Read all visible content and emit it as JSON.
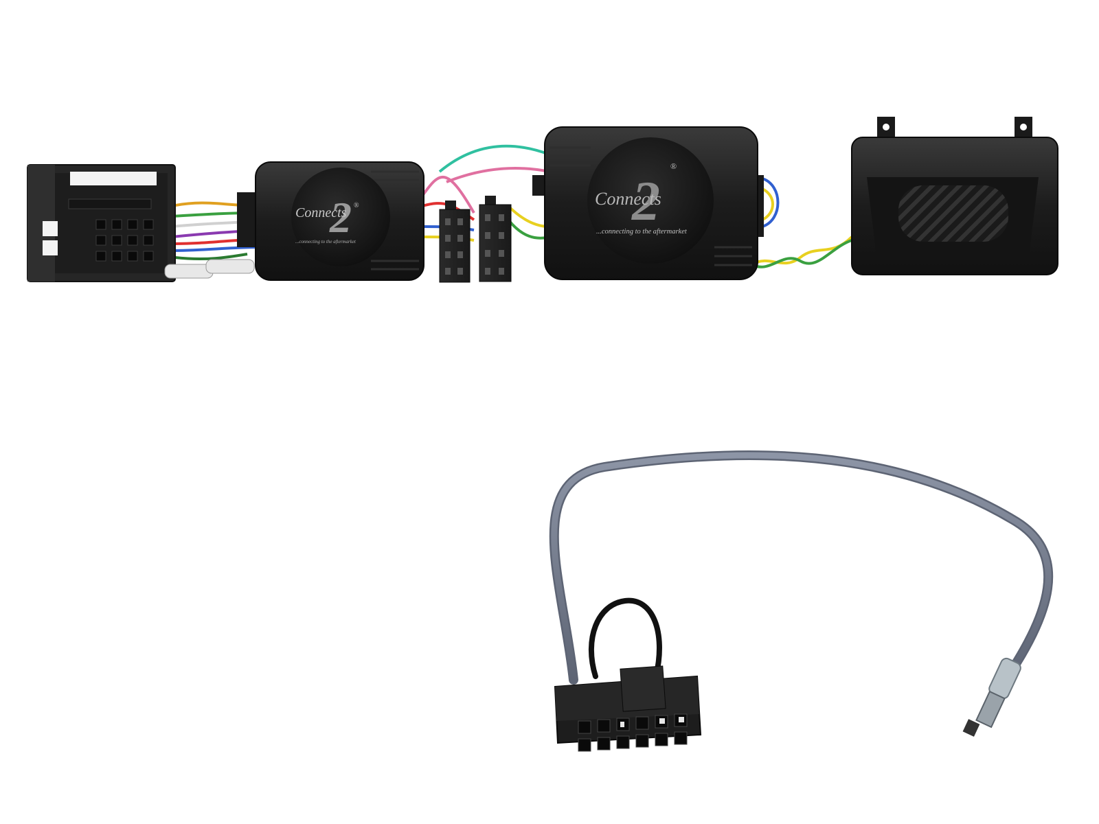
{
  "image": {
    "background": "#ffffff",
    "product_color": "#1b1b1b"
  },
  "interface_left": {
    "logo_numeral": "2",
    "logo_word": "Connects",
    "registered_mark": "®",
    "tagline": "...connecting to the aftermarket"
  },
  "interface_main": {
    "logo_numeral": "2",
    "logo_word": "Connects",
    "registered_mark": "®",
    "tagline": "...connecting to the aftermarket"
  },
  "wire_colors": [
    "#e0a020",
    "#3aa040",
    "#8a3ab0",
    "#d0d0d0",
    "#e03030",
    "#3060d0",
    "#e070a0",
    "#30c0a0",
    "#e8d020",
    "#2a7a30"
  ],
  "patch_lead_color": "#7c8597"
}
